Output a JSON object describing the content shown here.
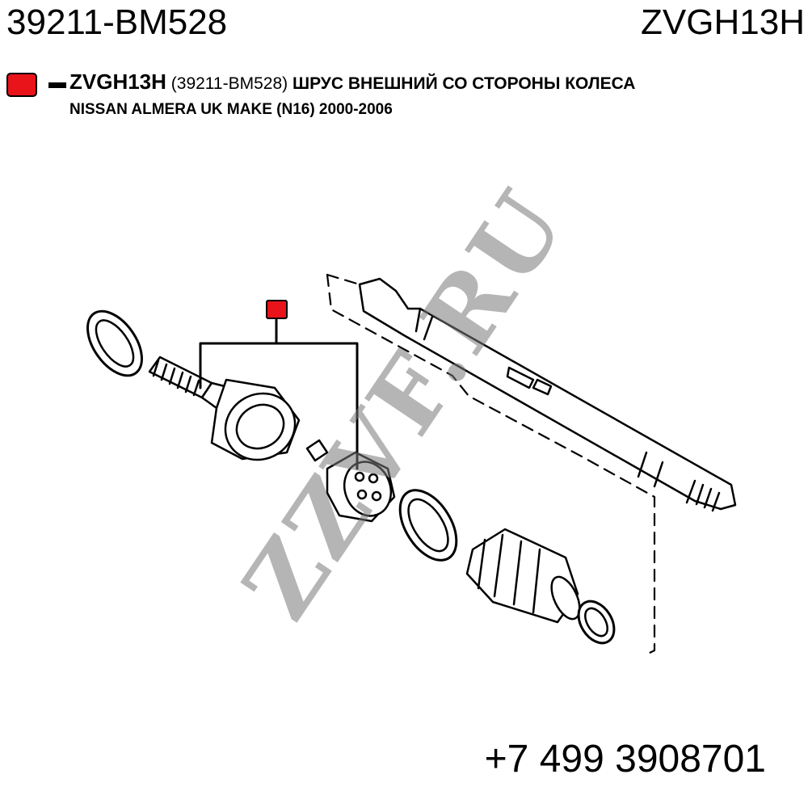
{
  "header": {
    "oem_number": "39211-BM528",
    "brand_code": "ZVGH13H"
  },
  "legend": {
    "marker_color": "#e8141a",
    "part_code": "ZVGH13H",
    "oem_in_parens": "(39211-BM528)",
    "description": "ШРУС ВНЕШНИЙ СО СТОРОНЫ КОЛЕСА",
    "vehicle": "NISSAN ALMERA UK MAKE (N16) 2000-2006"
  },
  "diagram": {
    "callout_color": "#e8141a"
  },
  "watermark": "ZZVF.RU",
  "contact": {
    "phone": "+7 499 3908701"
  }
}
